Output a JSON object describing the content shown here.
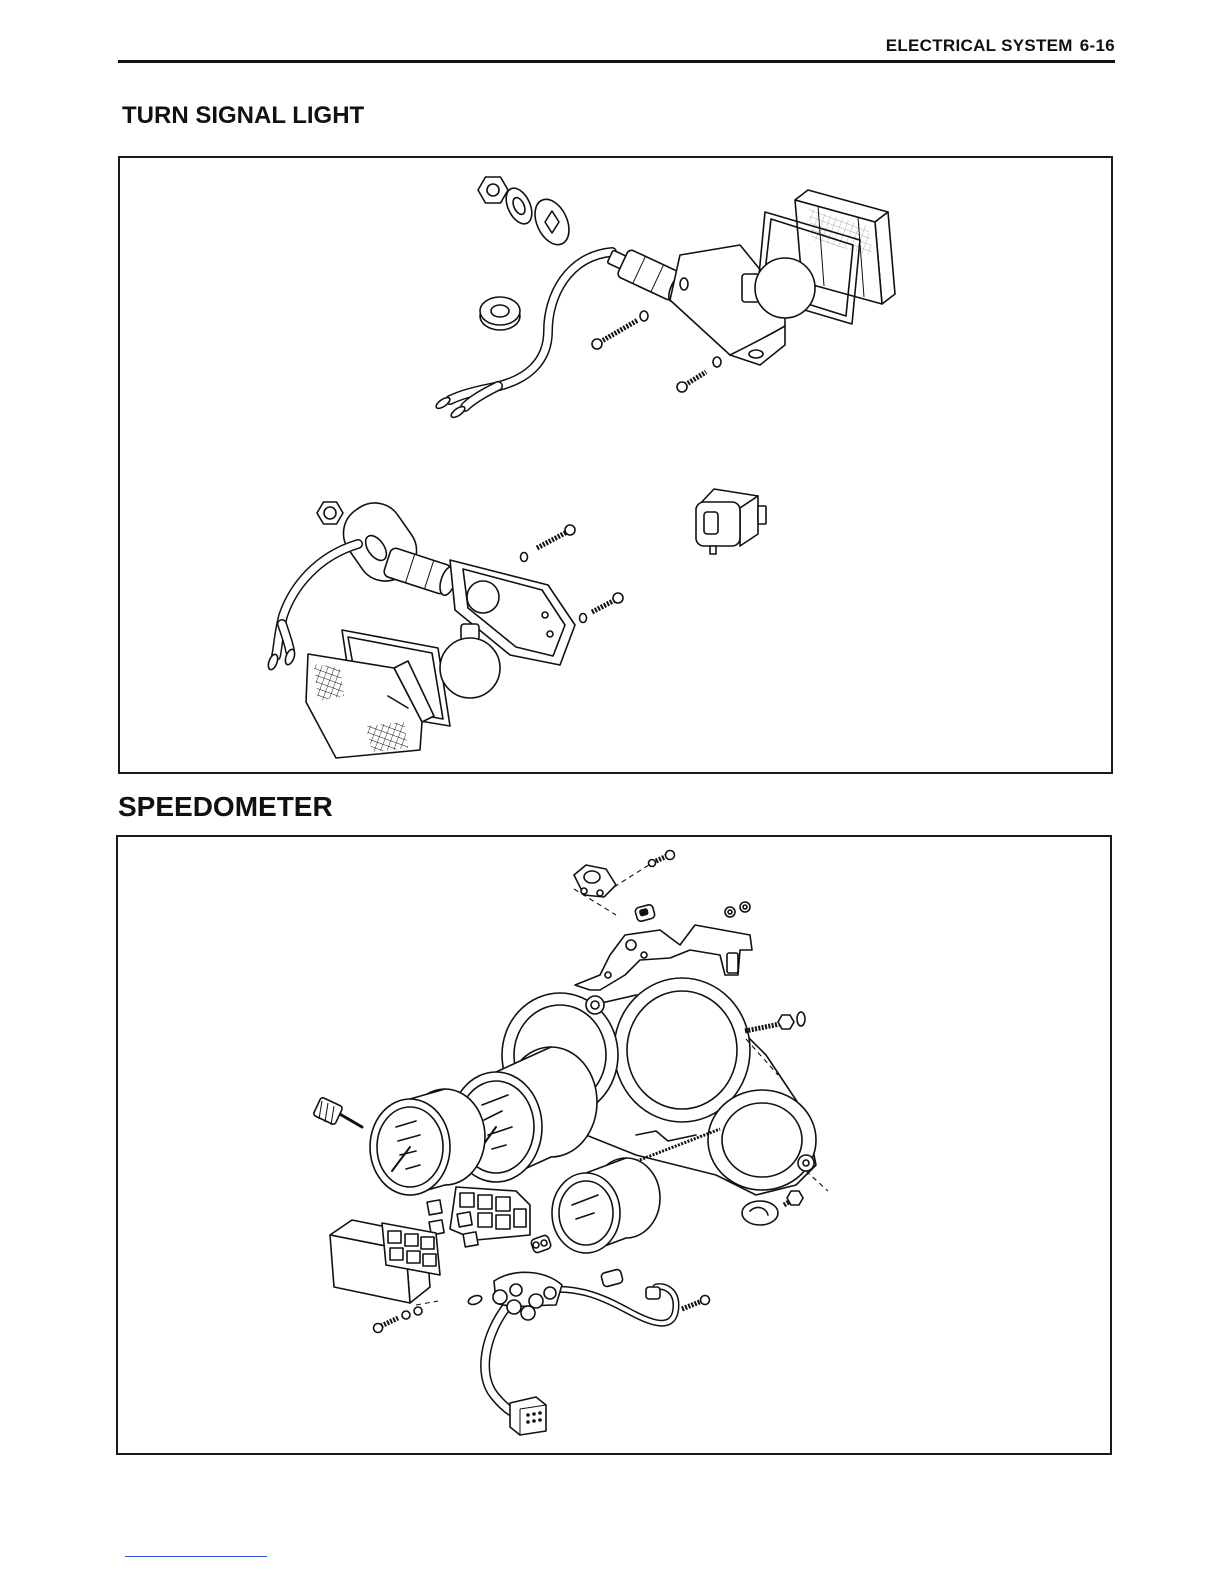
{
  "header": {
    "section_title": "ELECTRICAL SYSTEM",
    "page_number": "6-16"
  },
  "sections": [
    {
      "title": "TURN SIGNAL LIGHT"
    },
    {
      "title": "SPEEDOMETER"
    }
  ]
}
